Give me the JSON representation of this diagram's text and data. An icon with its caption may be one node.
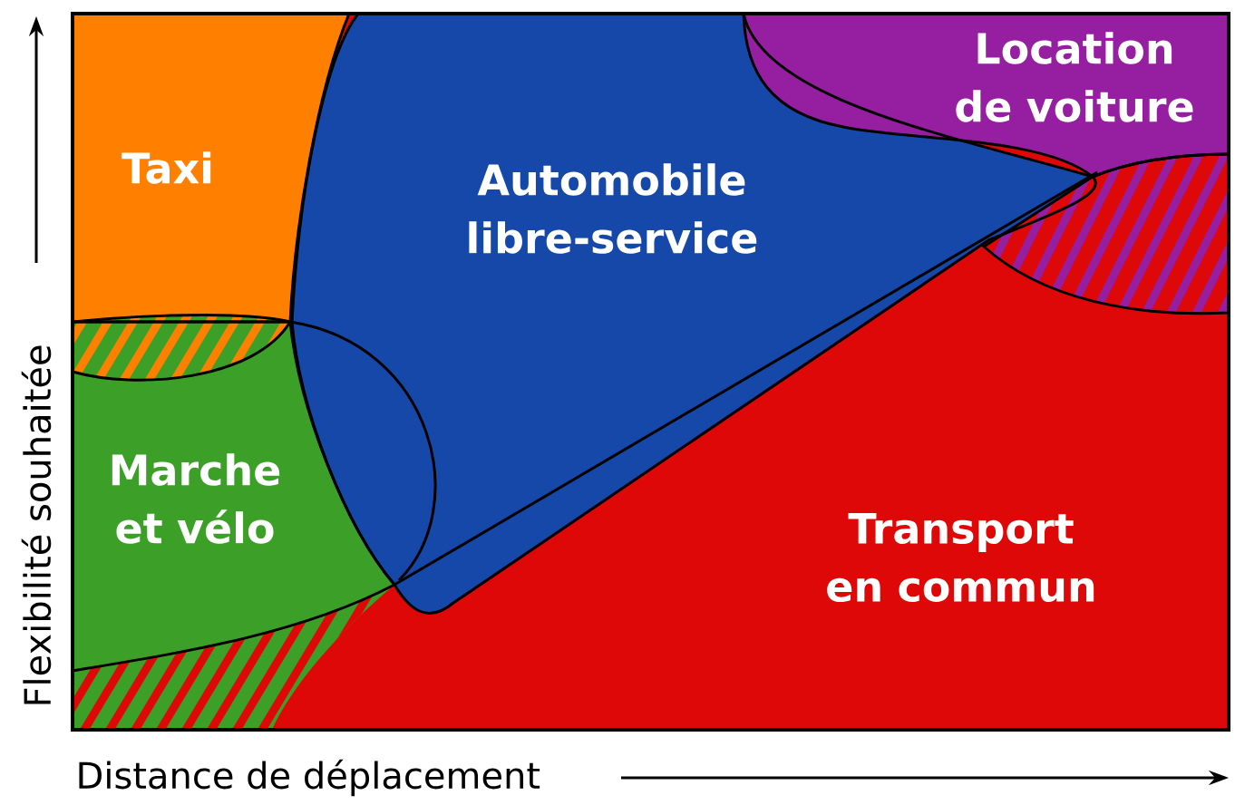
{
  "diagram": {
    "nodes": [
      {
        "text": [
          "Taxi"
        ]
      },
      {
        "text": [
          "Automobile libre-service"
        ]
      },
      {
        "text": [
          "Location de voiture"
        ]
      },
      {
        "text": [
          "Marche et vélo"
        ]
      },
      {
        "text": [
          "Transport en commun"
        ]
      }
    ],
    "labels": [
      "Flexibilité souhaitée",
      "Distance de déplacement"
    ]
  }
}
